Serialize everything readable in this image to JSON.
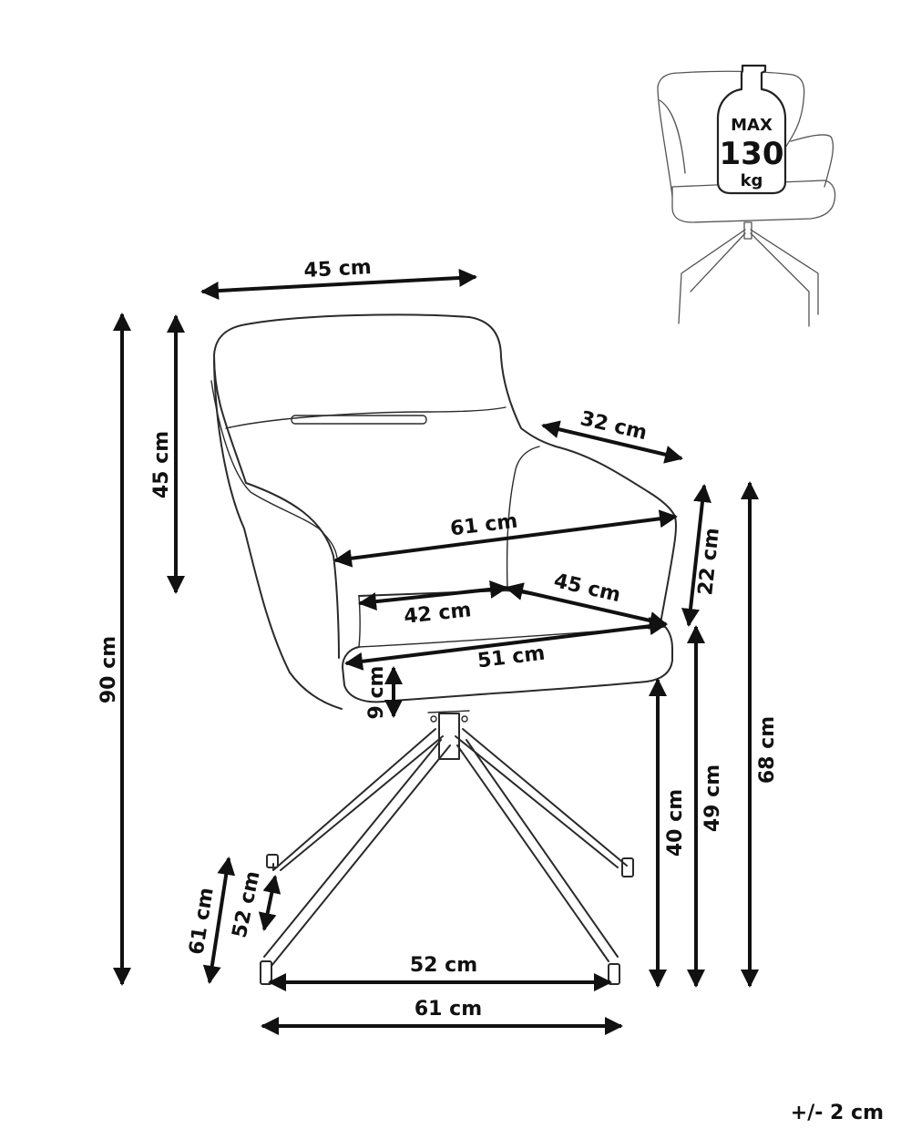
{
  "dimensions": {
    "top_width": "45 cm",
    "back_height": "45 cm",
    "total_height": "90 cm",
    "armrest_length": "32 cm",
    "armrest_height": "22 cm",
    "width_at_arms": "61 cm",
    "seat_back_width": "42 cm",
    "seat_depth": "45 cm",
    "seat_front_width": "51 cm",
    "seat_thickness": "9 cm",
    "seat_height": "40 cm",
    "seat_top_height": "49 cm",
    "arm_height": "68 cm",
    "base_side_52": "52 cm",
    "base_side_61": "61 cm",
    "base_front_52": "52 cm",
    "base_front_61": "61 cm"
  },
  "weight_badge": {
    "line1": "MAX",
    "line2": "130",
    "line3": "kg"
  },
  "tolerance": "+/- 2 cm",
  "colors": {
    "line": "#2a2a2a",
    "arrow": "#111111",
    "text": "#111111"
  }
}
